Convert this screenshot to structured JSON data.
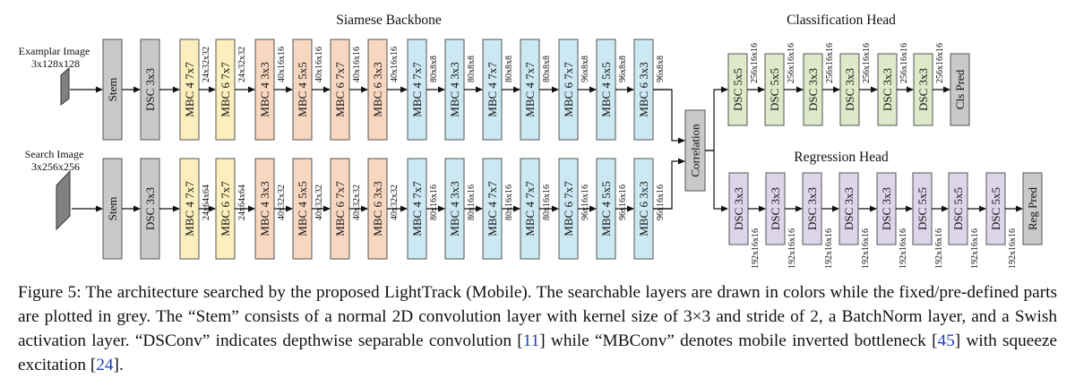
{
  "diagram": {
    "backbone_title": "Siamese Backbone",
    "cls_title": "Classification Head",
    "reg_title": "Regression Head",
    "exemplar_input": [
      "Examplar Image",
      "3x128x128"
    ],
    "search_input": [
      "Search Image",
      "3x256x256"
    ],
    "correlation_label": "Correlation",
    "colors": {
      "grey": "#c9c9c9",
      "mbc_yellow": "#fbefbd",
      "mbc_orange": "#f8d7c0",
      "mbc_blue": "#cce8f2",
      "cls_green": "#dde9c8",
      "reg_purple": "#ddd5e9",
      "input_plane": "#808080"
    },
    "top_blocks": [
      {
        "label": "Stem",
        "color": "grey",
        "out": ""
      },
      {
        "label": "DSC 3x3",
        "color": "grey",
        "out": ""
      },
      {
        "label": "MBC 4  7x7",
        "color": "mbc_yellow",
        "out": "24x32x32"
      },
      {
        "label": "MBC 6  7x7",
        "color": "mbc_yellow",
        "out": "24x32x32"
      },
      {
        "label": "MBC 4  3x3",
        "color": "mbc_orange",
        "out": "40x16x16"
      },
      {
        "label": "MBC 4  5x5",
        "color": "mbc_orange",
        "out": "40x16x16"
      },
      {
        "label": "MBC 6  7x7",
        "color": "mbc_orange",
        "out": "40x16x16"
      },
      {
        "label": "MBC 6  3x3",
        "color": "mbc_orange",
        "out": "40x16x16"
      },
      {
        "label": "MBC 4  7x7",
        "color": "mbc_blue",
        "out": "80x8x8"
      },
      {
        "label": "MBC 4  3x3",
        "color": "mbc_blue",
        "out": "80x8x8"
      },
      {
        "label": "MBC 4  7x7",
        "color": "mbc_blue",
        "out": "80x8x8"
      },
      {
        "label": "MBC 4  7x7",
        "color": "mbc_blue",
        "out": "80x8x8"
      },
      {
        "label": "MBC 6  7x7",
        "color": "mbc_blue",
        "out": "96x8x8"
      },
      {
        "label": "MBC 4  5x5",
        "color": "mbc_blue",
        "out": "96x8x8"
      },
      {
        "label": "MBC 6  3x3",
        "color": "mbc_blue",
        "out": "96x8x8"
      }
    ],
    "bottom_blocks": [
      {
        "label": "Stem",
        "color": "grey",
        "out": ""
      },
      {
        "label": "DSC 3x3",
        "color": "grey",
        "out": ""
      },
      {
        "label": "MBC 4  7x7",
        "color": "mbc_yellow",
        "out": "24x64x64"
      },
      {
        "label": "MBC 6  7x7",
        "color": "mbc_yellow",
        "out": "24x64x64"
      },
      {
        "label": "MBC 4  3x3",
        "color": "mbc_orange",
        "out": "40x32x32"
      },
      {
        "label": "MBC 4  5x5",
        "color": "mbc_orange",
        "out": "40x32x32"
      },
      {
        "label": "MBC 6  7x7",
        "color": "mbc_orange",
        "out": "40x32x32"
      },
      {
        "label": "MBC 6  3x3",
        "color": "mbc_orange",
        "out": "40x32x32"
      },
      {
        "label": "MBC 4  7x7",
        "color": "mbc_blue",
        "out": "80x16x16"
      },
      {
        "label": "MBC 4  3x3",
        "color": "mbc_blue",
        "out": "80x16x16"
      },
      {
        "label": "MBC 4  7x7",
        "color": "mbc_blue",
        "out": "80x16x16"
      },
      {
        "label": "MBC 4  7x7",
        "color": "mbc_blue",
        "out": "80x16x16"
      },
      {
        "label": "MBC 6  7x7",
        "color": "mbc_blue",
        "out": "96x16x16"
      },
      {
        "label": "MBC 4  5x5",
        "color": "mbc_blue",
        "out": "96x16x16"
      },
      {
        "label": "MBC 6  3x3",
        "color": "mbc_blue",
        "out": "96x16x16"
      }
    ],
    "cls_blocks": [
      {
        "label": "DSC 5x5",
        "color": "cls_green",
        "out": "256x16x16"
      },
      {
        "label": "DSC 5x5",
        "color": "cls_green",
        "out": "256x16x16"
      },
      {
        "label": "DSC 3x3",
        "color": "cls_green",
        "out": "256x16x16"
      },
      {
        "label": "DSC 3x3",
        "color": "cls_green",
        "out": "256x16x16"
      },
      {
        "label": "DSC 3x3",
        "color": "cls_green",
        "out": "256x16x16"
      },
      {
        "label": "DSC 3x3",
        "color": "cls_green",
        "out": "256x16x16"
      },
      {
        "label": "Cls Pred",
        "color": "grey",
        "out": ""
      }
    ],
    "reg_blocks": [
      {
        "label": "DSC 3x3",
        "color": "reg_purple",
        "out": "192x16x16"
      },
      {
        "label": "DSC 3x3",
        "color": "reg_purple",
        "out": "192x16x16"
      },
      {
        "label": "DSC 3x3",
        "color": "reg_purple",
        "out": "192x16x16"
      },
      {
        "label": "DSC 3x3",
        "color": "reg_purple",
        "out": "192x16x16"
      },
      {
        "label": "DSC 3x3",
        "color": "reg_purple",
        "out": "192x16x16"
      },
      {
        "label": "DSC 5x5",
        "color": "reg_purple",
        "out": "192x16x16"
      },
      {
        "label": "DSC 5x5",
        "color": "reg_purple",
        "out": "192x16x16"
      },
      {
        "label": "DSC 5x5",
        "color": "reg_purple",
        "out": "192x16x16"
      },
      {
        "label": "Reg Pred",
        "color": "grey",
        "out": ""
      }
    ]
  },
  "caption": {
    "part1": "Figure 5: The architecture searched by the proposed LightTrack (Mobile). The searchable layers are drawn in colors while the fixed/pre-defined parts are plotted in grey. The “Stem” consists of a normal 2D convolution layer with kernel size of 3×3 and stride of 2, a BatchNorm layer, and a Swish activation layer. “DSConv” indicates depthwise separable convolution [",
    "ref1": "11",
    "part2": "] while “MBConv” denotes mobile inverted bottleneck [",
    "ref2": "45",
    "part3": "] with squeeze excitation [",
    "ref3": "24",
    "part4": "]."
  }
}
